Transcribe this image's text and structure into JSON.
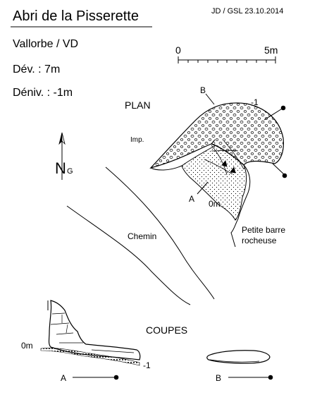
{
  "title": "Abri de la Pisserette",
  "credit": "JD / GSL 23.10.2014",
  "location": "Vallorbe / VD",
  "development": "Dév.  :  7m",
  "depth": "Déniv.  :  -1m",
  "scale": {
    "start_label": "0",
    "end_label": "5m"
  },
  "plan": {
    "heading": "PLAN",
    "label_b": "B",
    "label_minus1": "-1",
    "label_imp": "Imp.",
    "label_a": "A",
    "label_zero": "0m",
    "label_rock_line1": "Petite barre",
    "label_rock_line2": "rocheuse",
    "label_path": "Chemin"
  },
  "north": {
    "letter": "N",
    "sub": "G"
  },
  "sections": {
    "heading": "COUPES",
    "label_zero": "0m",
    "label_minus1": "-1",
    "label_a": "A",
    "label_b": "B"
  },
  "colors": {
    "ink": "#000000",
    "paper": "#ffffff"
  }
}
